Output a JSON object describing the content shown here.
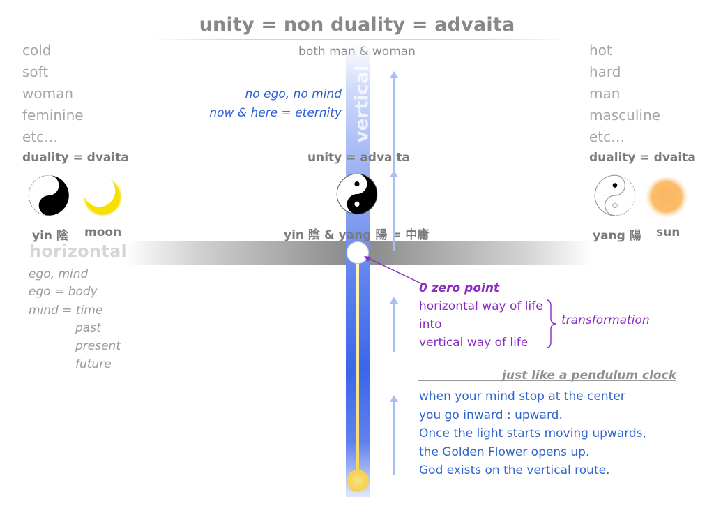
{
  "title": "unity = non duality = advaita",
  "subtitle": "both man & woman",
  "left_column": {
    "items": [
      "cold",
      "soft",
      "woman",
      "feminine",
      "etc…"
    ],
    "duality_label": "duality = dvaita",
    "yin_label": "yin 陰",
    "moon_label": "moon"
  },
  "right_column": {
    "items": [
      "hot",
      "hard",
      "man",
      "masculine",
      "etc…"
    ],
    "duality_label": "duality = dvaita",
    "yang_label": "yang 陽",
    "sun_label": "sun"
  },
  "center": {
    "vertical_word": "vertical",
    "horizontal_word": "horizontal",
    "unity_label": "unity = advaita",
    "yin_yang_label": "yin 陰 & yang 陽 = 中庸",
    "no_ego": "no ego, no mind",
    "now_here": "now & here = eternity"
  },
  "horizontal_notes": {
    "line1": "ego, mind",
    "line2": "ego = body",
    "line3": "mind = time",
    "time_items": [
      "past",
      "present",
      "future"
    ]
  },
  "zero_point": {
    "title": "0 zero point",
    "lines": [
      "horizontal way of life",
      "into",
      "vertical way of life"
    ],
    "transformation": "transformation"
  },
  "pendulum": "just like a pendulum clock",
  "closing_lines": [
    "when your mind stop at the center",
    "you go inward : upward.",
    "Once the light starts moving upwards,",
    "the Golden Flower opens up.",
    "God exists on the vertical route."
  ],
  "colors": {
    "blue_accent": "#2d5fd3",
    "purple_accent": "#8a2cc4",
    "gray_text": "#a6a6a6",
    "moon_yellow": "#f5e000",
    "sun_orange": "#fbbd6a"
  }
}
